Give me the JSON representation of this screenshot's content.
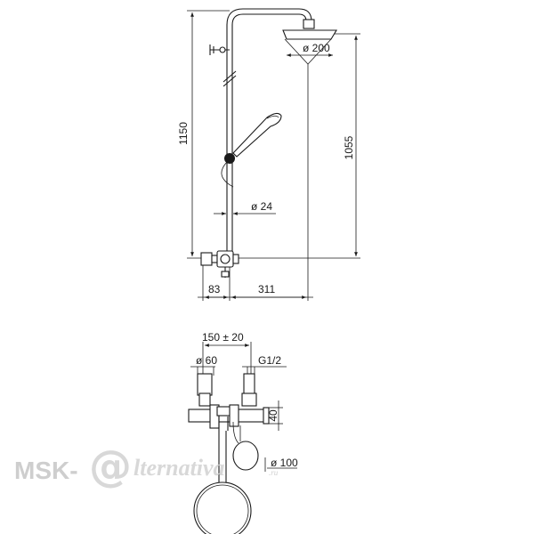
{
  "side_view": {
    "height_total": "1150",
    "height_head": "1055",
    "head_diameter": "ø 200",
    "pipe_diameter": "ø 24",
    "offset_left": "83",
    "offset_right": "311"
  },
  "front_view": {
    "center_distance": "150 ± 20",
    "connector_diameter": "ø 60",
    "thread": "G1/2",
    "height": "40",
    "head_diameter": "ø 100"
  },
  "watermark": {
    "brand": "MSK-",
    "at": "@",
    "word": "lternativa",
    "domain": ".ru"
  }
}
